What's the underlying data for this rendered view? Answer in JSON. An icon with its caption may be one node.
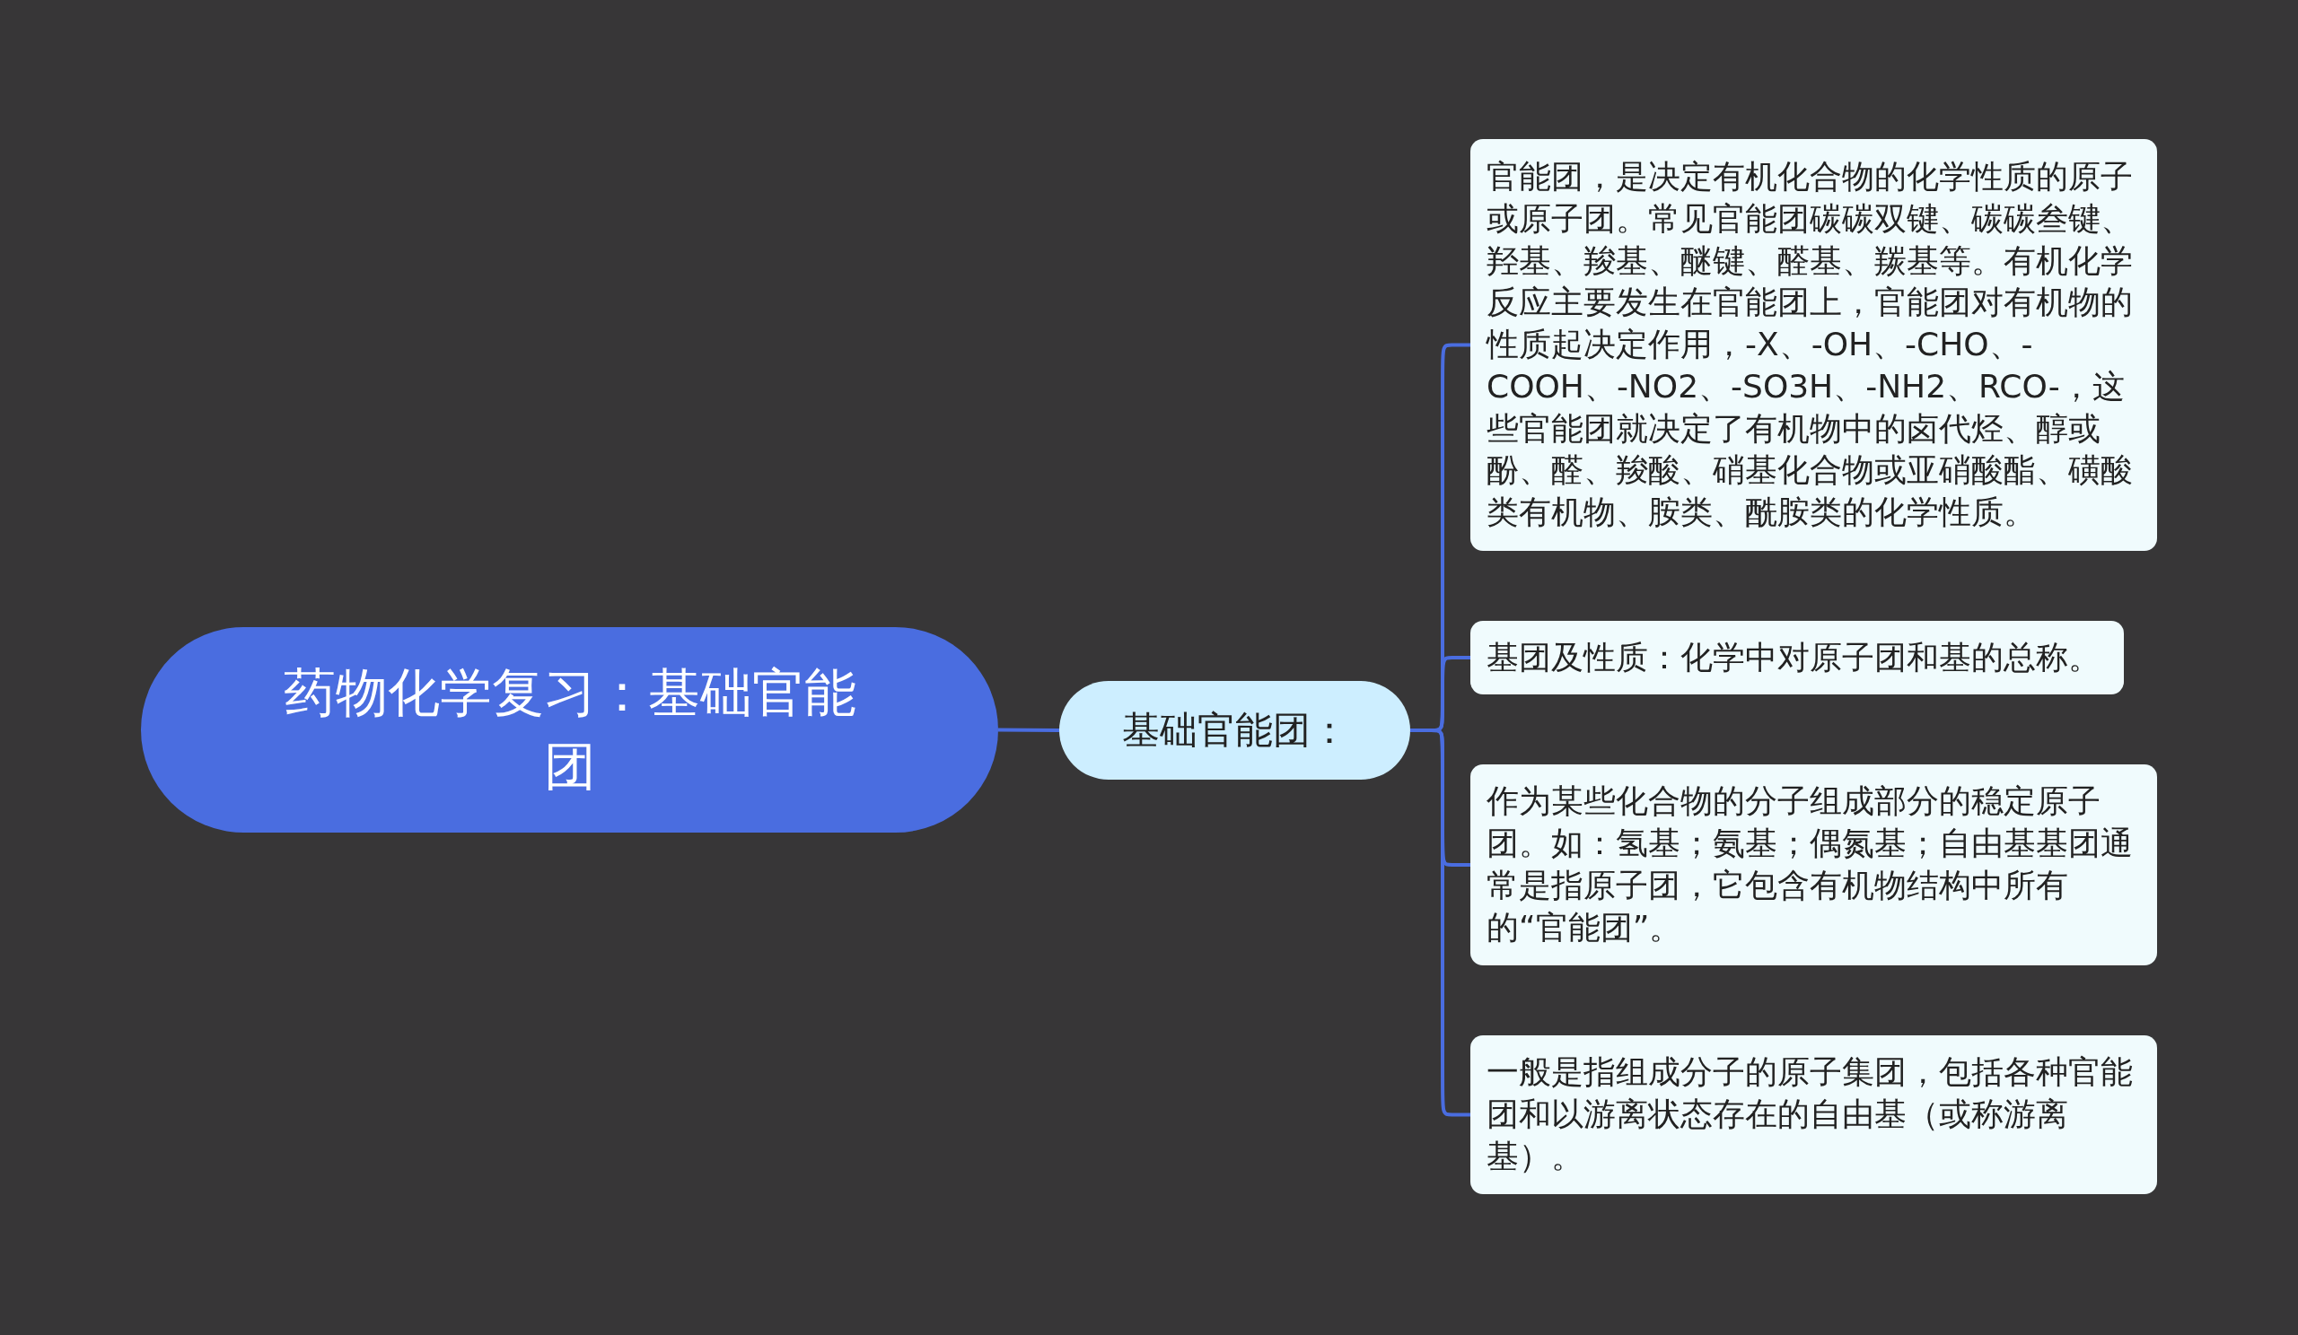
{
  "diagram": {
    "nodes": [
      {
        "text": [
          "药物化学复习：基础官能团"
        ]
      },
      {
        "text": [
          "基础官能团："
        ]
      },
      {
        "text": [
          "官能团，是决定有机化合物的化学性质的原子或原子团。常见官能团碳碳双键、碳碳叁键、羟基、羧基、醚键、醛基、羰基等。有机化学反应主要发生在官能团上，官能团对有机物的性质起决定作用，-X、-OH、-CHO、-COOH、-NO2、-SO3H、-NH2、RCO-，这些官能团就决定了有机物中的卤代烃、醇或酚、醛、羧酸、硝基化合物或亚硝酸酯、磺酸类有机物、胺类、酰胺类的化学性质。"
        ]
      },
      {
        "text": [
          "基团及性质：化学中对原子团和基的总称。"
        ]
      },
      {
        "text": [
          "作为某些化合物的分子组成部分的稳定原子团。如：氢基；氨基；偶氮基；自由基基团通常是指原子团，它包含有机物结构中所有的“官能团”。"
        ]
      },
      {
        "text": [
          "一般是指组成分子的原子集团，包括各种官能团和以游离状态存在的自由基（或称游离基）。"
        ]
      }
    ],
    "edges": [
      {
        "from": 0,
        "to": 1,
        "arrow": "none"
      },
      {
        "from": 1,
        "to": 2,
        "arrow": "none"
      },
      {
        "from": 1,
        "to": 3,
        "arrow": "none"
      },
      {
        "from": 1,
        "to": 4,
        "arrow": "none"
      },
      {
        "from": 1,
        "to": 5,
        "arrow": "none"
      }
    ]
  }
}
